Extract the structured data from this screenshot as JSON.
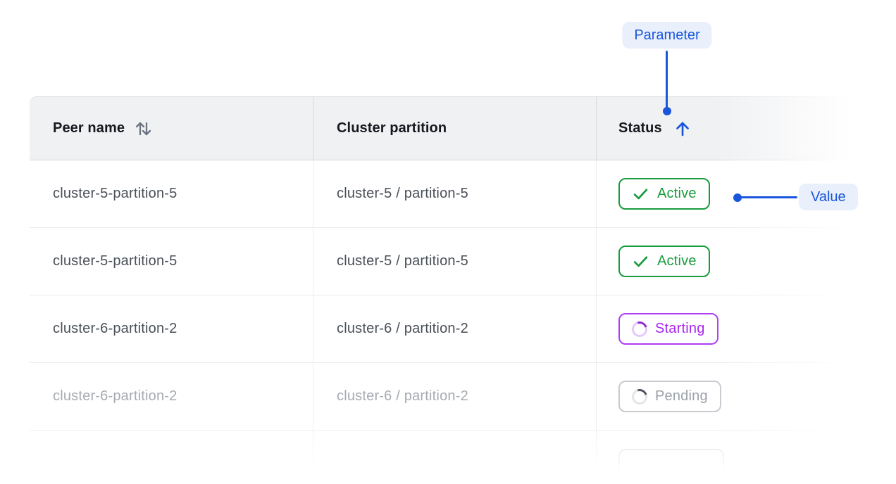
{
  "annotations": {
    "parameter_label": "Parameter",
    "value_label": "Value",
    "accent_color": "#1a56db",
    "callout_bg": "#e9f0fc"
  },
  "table": {
    "columns": [
      {
        "label": "Peer name",
        "sort": "sortable"
      },
      {
        "label": "Cluster partition",
        "sort": "none"
      },
      {
        "label": "Status",
        "sort": "ascending"
      }
    ],
    "rows": [
      {
        "peer_name": "cluster-5-partition-5",
        "cluster_partition": "cluster-5 / partition-5",
        "status": "Active"
      },
      {
        "peer_name": "cluster-5-partition-5",
        "cluster_partition": "cluster-5 / partition-5",
        "status": "Active"
      },
      {
        "peer_name": "cluster-6-partition-2",
        "cluster_partition": "cluster-6 / partition-2",
        "status": "Starting"
      },
      {
        "peer_name": "cluster-6-partition-2",
        "cluster_partition": "cluster-6 / partition-2",
        "status": "Pending"
      },
      {
        "peer_name": "",
        "cluster_partition": "",
        "status": ""
      }
    ],
    "status_colors": {
      "active": "#189c3d",
      "starting": "#a826f0",
      "pending": "#9ca1a9"
    }
  }
}
